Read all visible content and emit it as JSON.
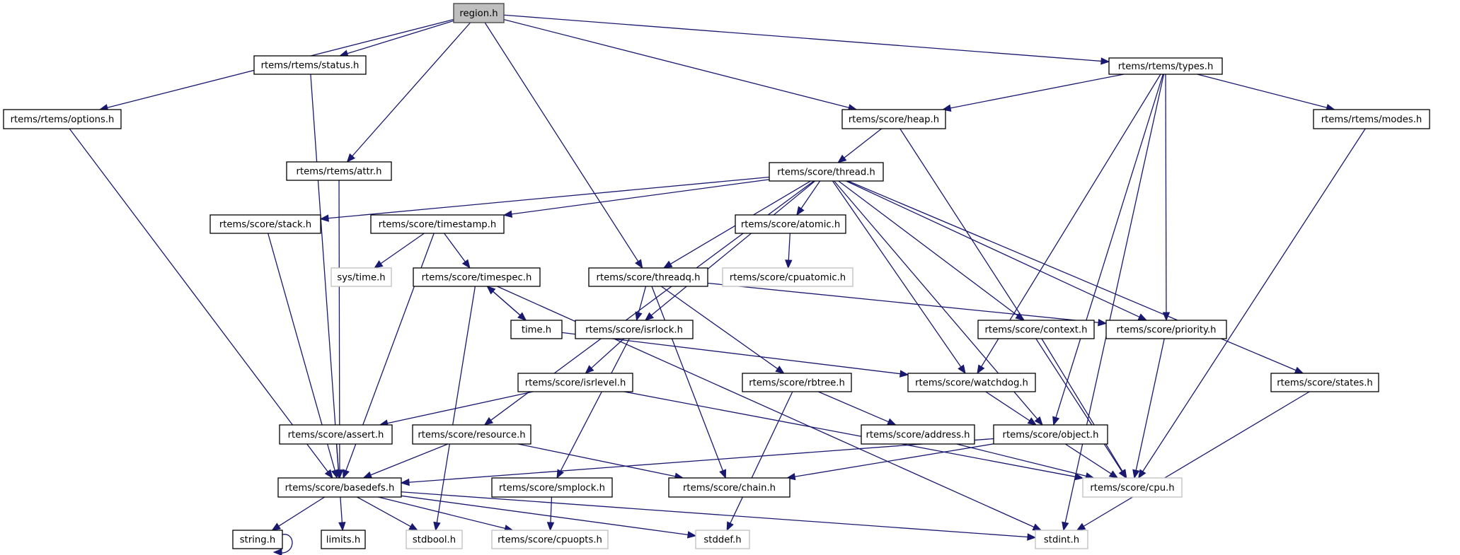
{
  "title": "region.h",
  "colors": {
    "edge": "#191970",
    "root_fill": "#bfbfbf",
    "root_border": "#404040",
    "node_fill": "#ffffff",
    "node_border": "#000000",
    "external_border": "#bfbfbf"
  },
  "nodes": [
    {
      "id": "region",
      "label": "region.h",
      "kind": "root"
    },
    {
      "id": "status",
      "label": "rtems/rtems/status.h",
      "kind": "normal"
    },
    {
      "id": "types",
      "label": "rtems/rtems/types.h",
      "kind": "normal"
    },
    {
      "id": "options",
      "label": "rtems/rtems/options.h",
      "kind": "normal"
    },
    {
      "id": "heap",
      "label": "rtems/score/heap.h",
      "kind": "normal"
    },
    {
      "id": "modes",
      "label": "rtems/rtems/modes.h",
      "kind": "normal"
    },
    {
      "id": "attr",
      "label": "rtems/rtems/attr.h",
      "kind": "normal"
    },
    {
      "id": "thread",
      "label": "rtems/score/thread.h",
      "kind": "normal"
    },
    {
      "id": "stack",
      "label": "rtems/score/stack.h",
      "kind": "normal"
    },
    {
      "id": "timestamp",
      "label": "rtems/score/timestamp.h",
      "kind": "normal"
    },
    {
      "id": "atomic",
      "label": "rtems/score/atomic.h",
      "kind": "normal"
    },
    {
      "id": "systime",
      "label": "sys/time.h",
      "kind": "external"
    },
    {
      "id": "timespec",
      "label": "rtems/score/timespec.h",
      "kind": "normal"
    },
    {
      "id": "threadq",
      "label": "rtems/score/threadq.h",
      "kind": "normal"
    },
    {
      "id": "cpuatomic",
      "label": "rtems/score/cpuatomic.h",
      "kind": "external"
    },
    {
      "id": "time",
      "label": "time.h",
      "kind": "normal"
    },
    {
      "id": "isrlock",
      "label": "rtems/score/isrlock.h",
      "kind": "normal"
    },
    {
      "id": "context",
      "label": "rtems/score/context.h",
      "kind": "normal"
    },
    {
      "id": "priority",
      "label": "rtems/score/priority.h",
      "kind": "normal"
    },
    {
      "id": "isrlevel",
      "label": "rtems/score/isrlevel.h",
      "kind": "normal"
    },
    {
      "id": "rbtree",
      "label": "rtems/score/rbtree.h",
      "kind": "normal"
    },
    {
      "id": "watchdog",
      "label": "rtems/score/watchdog.h",
      "kind": "normal"
    },
    {
      "id": "states",
      "label": "rtems/score/states.h",
      "kind": "normal"
    },
    {
      "id": "assert",
      "label": "rtems/score/assert.h",
      "kind": "normal"
    },
    {
      "id": "resource",
      "label": "rtems/score/resource.h",
      "kind": "normal"
    },
    {
      "id": "address",
      "label": "rtems/score/address.h",
      "kind": "normal"
    },
    {
      "id": "object",
      "label": "rtems/score/object.h",
      "kind": "normal"
    },
    {
      "id": "basedefs",
      "label": "rtems/score/basedefs.h",
      "kind": "normal"
    },
    {
      "id": "smplock",
      "label": "rtems/score/smplock.h",
      "kind": "normal"
    },
    {
      "id": "chain",
      "label": "rtems/score/chain.h",
      "kind": "normal"
    },
    {
      "id": "cpu",
      "label": "rtems/score/cpu.h",
      "kind": "external"
    },
    {
      "id": "string",
      "label": "string.h",
      "kind": "normal"
    },
    {
      "id": "limits",
      "label": "limits.h",
      "kind": "normal"
    },
    {
      "id": "stdbool",
      "label": "stdbool.h",
      "kind": "external"
    },
    {
      "id": "cpuopts",
      "label": "rtems/score/cpuopts.h",
      "kind": "external"
    },
    {
      "id": "stddef",
      "label": "stddef.h",
      "kind": "external"
    },
    {
      "id": "stdint",
      "label": "stdint.h",
      "kind": "external"
    }
  ],
  "edges": [
    [
      "region",
      "options"
    ],
    [
      "region",
      "status"
    ],
    [
      "region",
      "attr"
    ],
    [
      "region",
      "threadq"
    ],
    [
      "region",
      "heap"
    ],
    [
      "region",
      "types"
    ],
    [
      "status",
      "basedefs"
    ],
    [
      "options",
      "basedefs"
    ],
    [
      "attr",
      "basedefs"
    ],
    [
      "types",
      "heap"
    ],
    [
      "types",
      "watchdog"
    ],
    [
      "types",
      "priority"
    ],
    [
      "types",
      "object"
    ],
    [
      "types",
      "modes"
    ],
    [
      "types",
      "stdint"
    ],
    [
      "heap",
      "thread"
    ],
    [
      "heap",
      "cpu"
    ],
    [
      "modes",
      "cpu"
    ],
    [
      "thread",
      "stack"
    ],
    [
      "thread",
      "timestamp"
    ],
    [
      "thread",
      "resource"
    ],
    [
      "thread",
      "isrlock"
    ],
    [
      "thread",
      "threadq"
    ],
    [
      "thread",
      "atomic"
    ],
    [
      "thread",
      "object"
    ],
    [
      "thread",
      "watchdog"
    ],
    [
      "thread",
      "context"
    ],
    [
      "thread",
      "priority"
    ],
    [
      "thread",
      "states"
    ],
    [
      "stack",
      "basedefs"
    ],
    [
      "timestamp",
      "basedefs"
    ],
    [
      "timestamp",
      "systime"
    ],
    [
      "timestamp",
      "timespec"
    ],
    [
      "atomic",
      "cpuatomic"
    ],
    [
      "timespec",
      "time"
    ],
    [
      "timespec",
      "stdbool"
    ],
    [
      "timespec",
      "stdint"
    ],
    [
      "time",
      "timespec"
    ],
    [
      "time",
      "watchdog"
    ],
    [
      "threadq",
      "isrlock"
    ],
    [
      "threadq",
      "chain"
    ],
    [
      "threadq",
      "rbtree"
    ],
    [
      "threadq",
      "priority"
    ],
    [
      "isrlock",
      "isrlevel"
    ],
    [
      "isrlock",
      "smplock"
    ],
    [
      "isrlevel",
      "assert"
    ],
    [
      "isrlevel",
      "cpu"
    ],
    [
      "rbtree",
      "address"
    ],
    [
      "rbtree",
      "stddef"
    ],
    [
      "watchdog",
      "object"
    ],
    [
      "context",
      "cpu"
    ],
    [
      "priority",
      "cpu"
    ],
    [
      "states",
      "stdint"
    ],
    [
      "assert",
      "basedefs"
    ],
    [
      "resource",
      "basedefs"
    ],
    [
      "resource",
      "chain"
    ],
    [
      "address",
      "cpu"
    ],
    [
      "object",
      "basedefs"
    ],
    [
      "object",
      "chain"
    ],
    [
      "object",
      "cpu"
    ],
    [
      "basedefs",
      "string"
    ],
    [
      "basedefs",
      "limits"
    ],
    [
      "basedefs",
      "stdbool"
    ],
    [
      "basedefs",
      "cpuopts"
    ],
    [
      "basedefs",
      "stddef"
    ],
    [
      "basedefs",
      "stdint"
    ],
    [
      "smplock",
      "cpuopts"
    ],
    [
      "string",
      "string"
    ]
  ]
}
